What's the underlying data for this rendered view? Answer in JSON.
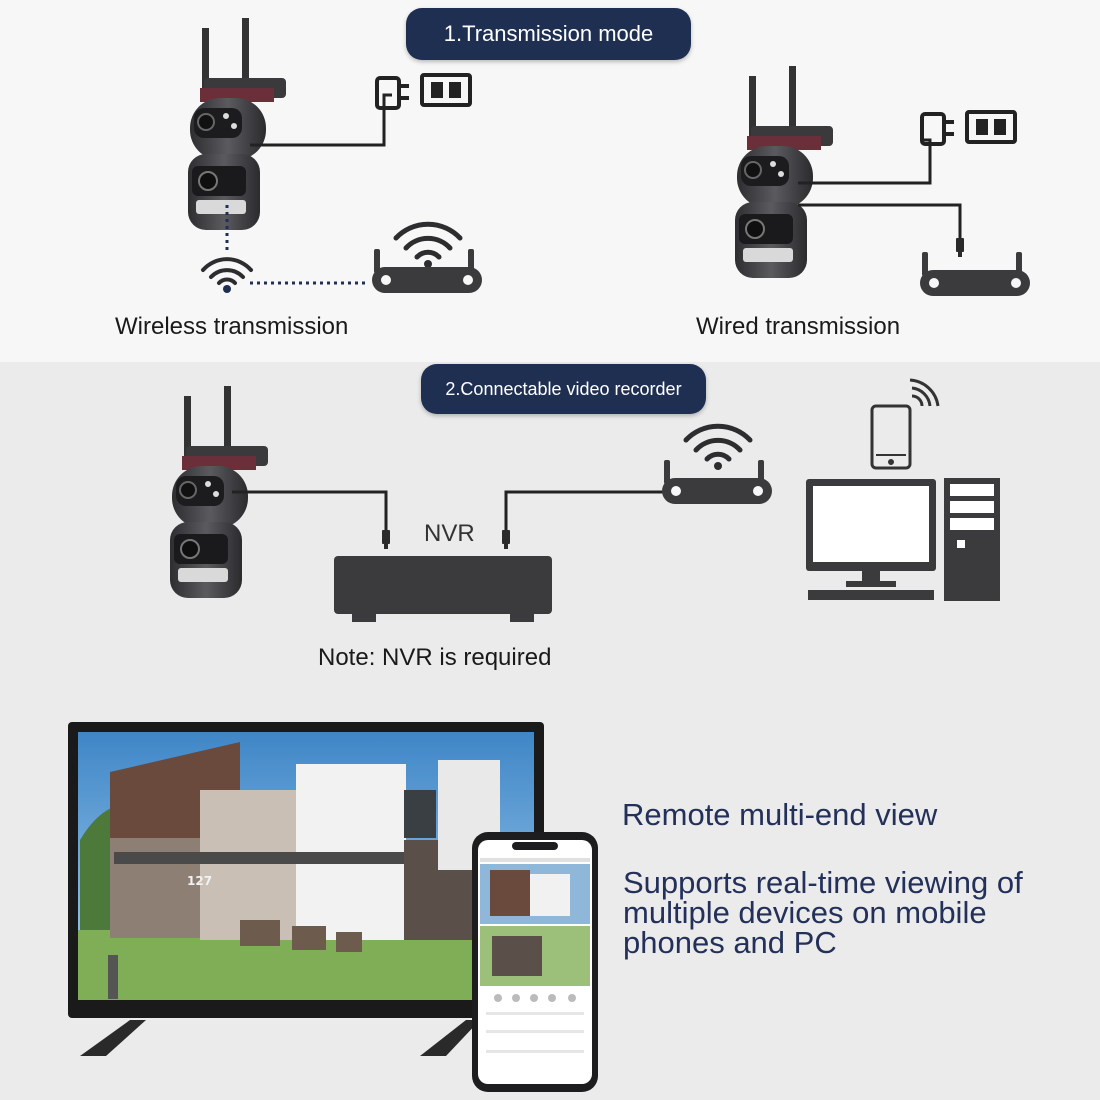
{
  "sections": {
    "transmission": {
      "title": "1.Transmission mode"
    },
    "recorder": {
      "title": "2.Connectable video recorder"
    }
  },
  "labels": {
    "wireless": "Wireless transmission",
    "wired": "Wired transmission",
    "nvr": "NVR",
    "note": "Note: NVR is required"
  },
  "remote": {
    "heading": "Remote multi-end view",
    "description": "Supports real-time viewing of multiple devices on mobile phones and PC"
  },
  "house": {
    "number": "127"
  },
  "colors": {
    "pill": "#1f2f52",
    "accent_text": "#23315a",
    "device": "#3b3b3d",
    "camera_body": "#4a4a4e"
  },
  "icons": [
    "camera-icon",
    "power-adapter-icon",
    "wall-socket-icon",
    "wifi-icon",
    "router-icon",
    "nvr-icon",
    "smartphone-icon",
    "desktop-pc-icon",
    "tv-icon"
  ]
}
